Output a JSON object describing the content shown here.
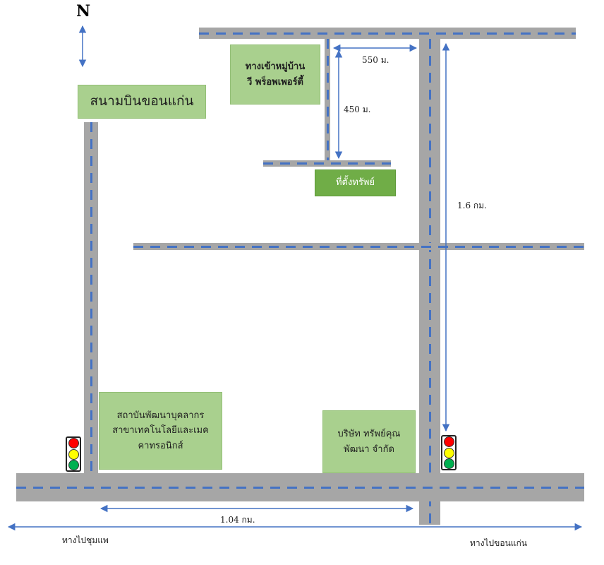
{
  "compass": {
    "label": "N"
  },
  "places": {
    "airport": "สนามบินขอนแก่น",
    "village_line1": "ทางเข้าหมู่บ้าน",
    "village_line2": "วี พร็อพเพอร์ตี้",
    "property": "ที่ตั้งทรัพย์",
    "institute_line1": "สถาบันพัฒนาบุคลากร",
    "institute_line2": "สาขาเทคโนโลยีและเมค",
    "institute_line3": "คาทรอนิกส์",
    "company_line1": "บริษัท ทรัพย์คุณ",
    "company_line2": "พัฒนา จำกัด"
  },
  "distances": {
    "d550": "550 ม.",
    "d450": "450 ม.",
    "d16": "1.6 กม.",
    "d104": "1.04 กม."
  },
  "directions": {
    "to_chumphae": "ทางไปชุมแพ",
    "to_khonkaen": "ทางไปขอนแก่น"
  },
  "colors": {
    "road": "#a6a6a6",
    "road_dash": "#4472c4",
    "box_light": "#a9d08e",
    "box_dark": "#70ad47",
    "arrow": "#4472c4",
    "light_red": "#ff0000",
    "light_yellow": "#ffff00",
    "light_green": "#00b050"
  },
  "icons": [
    "traffic-light-icon",
    "north-arrow-icon"
  ]
}
